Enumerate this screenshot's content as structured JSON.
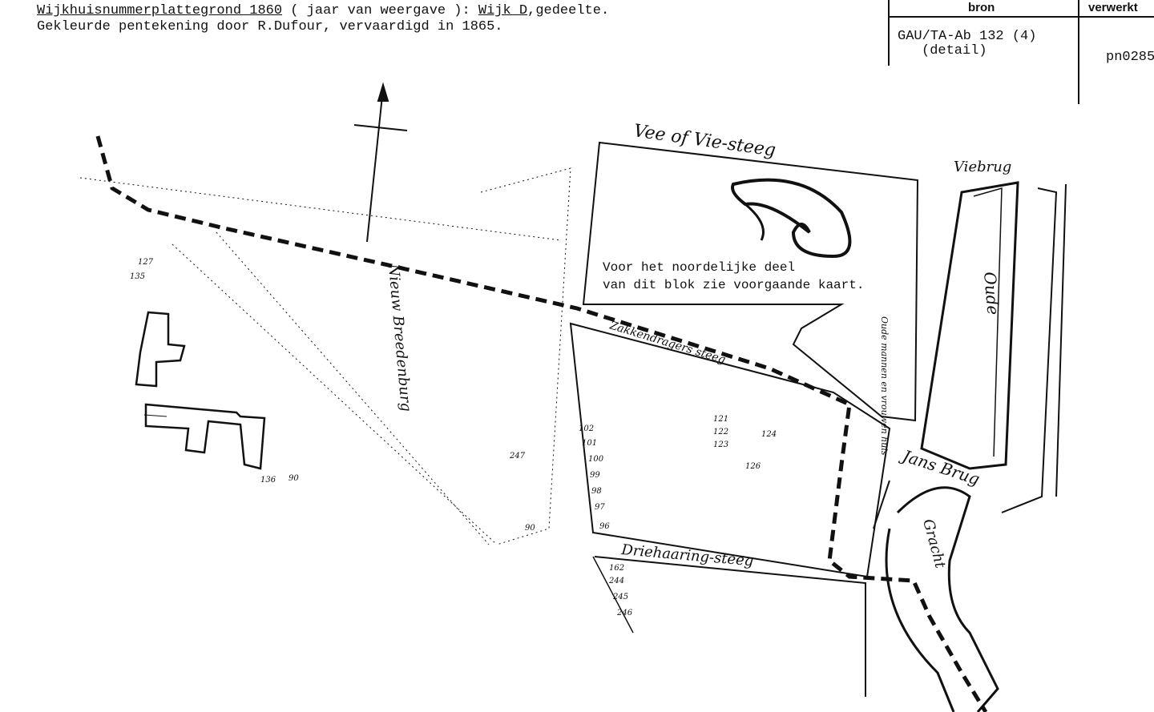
{
  "header": {
    "title_underlined": "Wijkhuisnummerplattegrond 1860",
    "title_rest": " ( jaar van weergave ): ",
    "district_underlined": "Wijk D",
    "district_rest": ",gedeelte.",
    "subtitle": "Gekleurde pentekening door R.Dufour, vervaardigd in 1865."
  },
  "source_table": {
    "col_bron": "bron",
    "col_verwerkt": "verwerkt",
    "bron_value": "GAU/TA-Ab 132 (4)",
    "bron_detail": "(detail)",
    "verwerkt_value": "pn0285"
  },
  "map": {
    "note_line1": "Voor het noordelijke deel",
    "note_line2": "van dit blok zie voorgaande kaart.",
    "labels": {
      "vee_steeg": "Vee of Vie-steeg",
      "viebrug": "Viebrug",
      "oude": "Oude",
      "jans_brug": "Jans Brug",
      "driehaaring": "Driehaaring-steeg",
      "gracht": "Gracht",
      "breedenburg": "Nieuw Breedenburg",
      "oude_mannen": "Oude mannen en vrouwen huis",
      "zakkendragers": "Zakkendragers steeg"
    },
    "numbers": [
      "96",
      "97",
      "98",
      "99",
      "100",
      "101",
      "102",
      "121",
      "122",
      "123",
      "124",
      "126",
      "127",
      "135",
      "136",
      "162",
      "244",
      "245",
      "246",
      "247",
      "90",
      "90"
    ]
  }
}
